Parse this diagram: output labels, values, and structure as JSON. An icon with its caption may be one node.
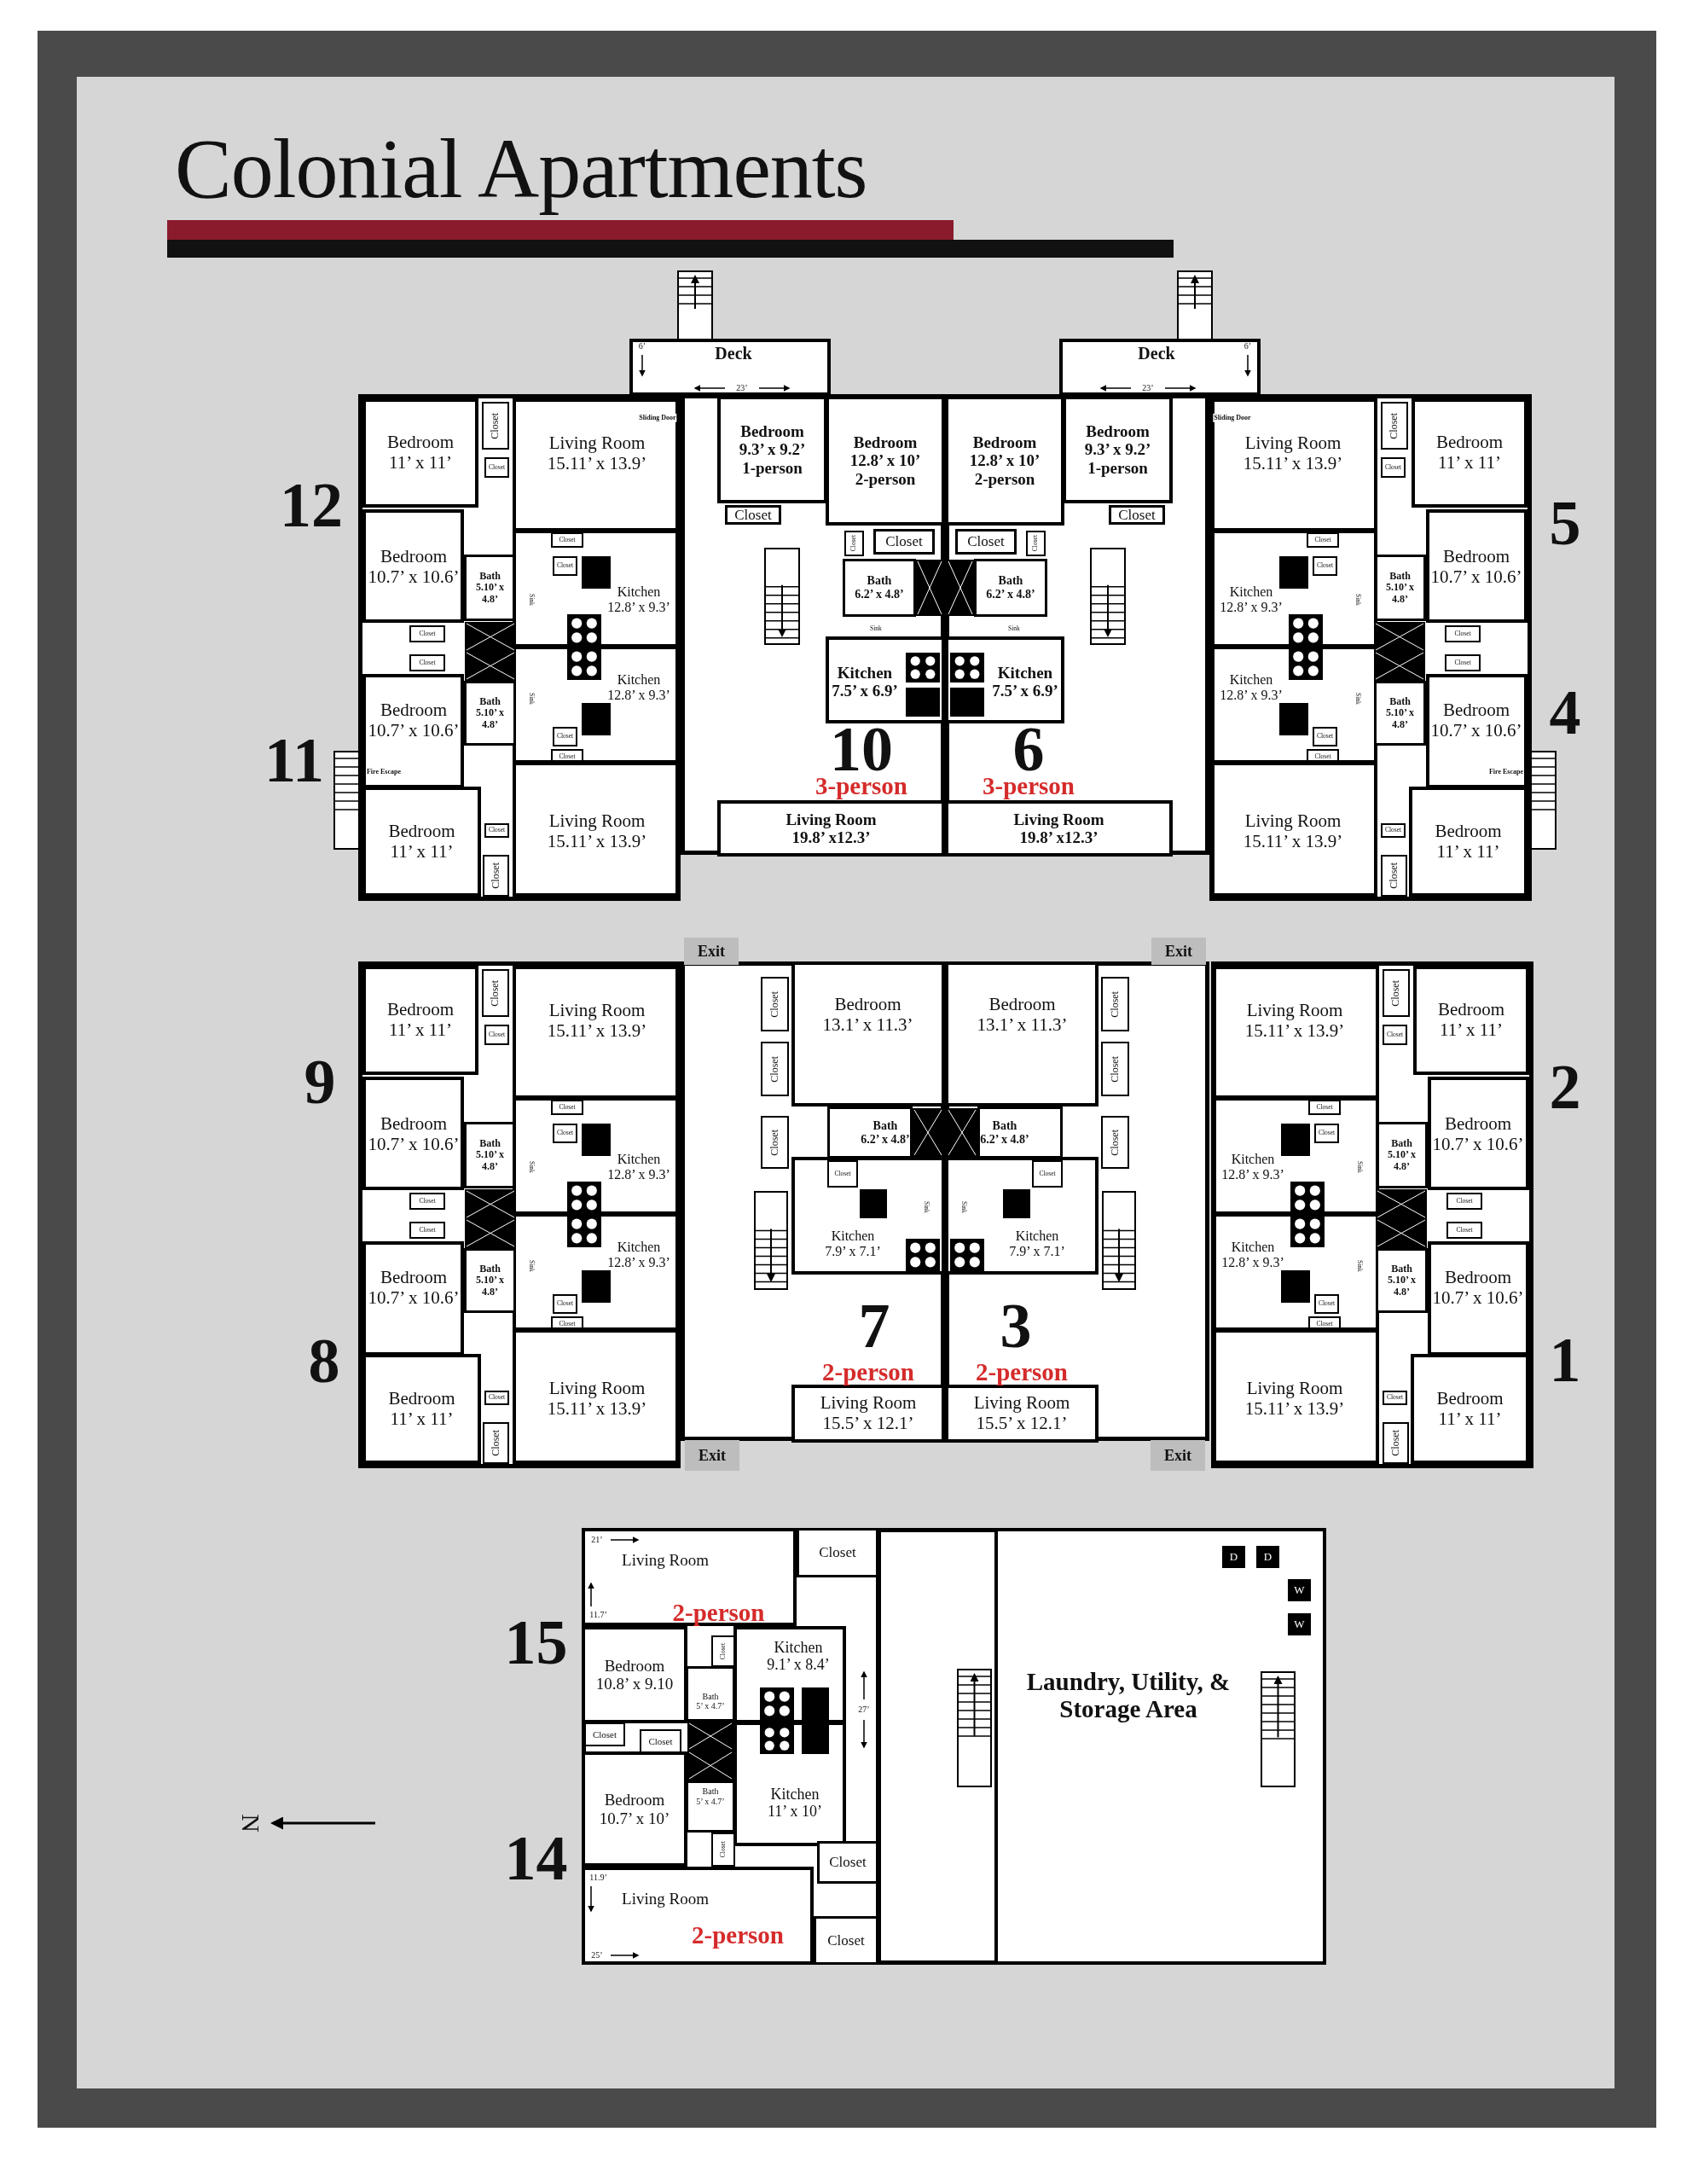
{
  "diagram": {
    "title": "Colonial Apartments",
    "nodes": [
      {
        "text": [
          "Bedroom",
          "11’ x 11’"
        ]
      },
      {
        "text": [
          "Closet"
        ]
      },
      {
        "text": [
          "Closet"
        ]
      },
      {
        "text": [
          "Living Room",
          "15.11’ x 13.9’"
        ]
      },
      {
        "text": [
          "Bedroom",
          "10.7’ x 10.6’"
        ]
      },
      {
        "text": [
          "Bath",
          "5.10’ x 4.8’"
        ]
      },
      {
        "text": [
          "Kitchen",
          "12.8’ x 9.3’"
        ]
      },
      {
        "text": [
          "Closet"
        ],
        "in": 6
      },
      {
        "text": [
          "Closet"
        ],
        "in": 6
      },
      {
        "text": [
          "Closet"
        ]
      },
      {
        "text": [
          "Closet"
        ]
      },
      {
        "text": [
          "Kitchen",
          "12.8’ x 9.3’"
        ]
      },
      {
        "text": [
          "Closet"
        ],
        "in": 11
      },
      {
        "text": [
          "Closet"
        ],
        "in": 11
      },
      {
        "text": [
          "Bath",
          "5.10’ x 4.8’"
        ]
      },
      {
        "text": [
          "Bedroom",
          "10.7’ x 10.6’"
        ]
      },
      {
        "text": [
          "Bedroom",
          "11’ x 11’"
        ]
      },
      {
        "text": [
          "Closet"
        ]
      },
      {
        "text": [
          "Closet"
        ]
      },
      {
        "text": [
          "Living Room",
          "15.11’ x 13.9’"
        ]
      },
      {
        "text": [
          "Deck"
        ]
      },
      {
        "text": [
          "Bedroom",
          "9.3’ x 9.2’",
          "1-person"
        ]
      },
      {
        "text": [
          "Bedroom",
          "12.8’ x 10’",
          "2-person"
        ]
      },
      {
        "text": [
          "Closet"
        ]
      },
      {
        "text": [
          "Closet"
        ]
      },
      {
        "text": [
          "Closet"
        ]
      },
      {
        "text": [
          "Bath",
          "6.2’ x 4.8’"
        ]
      },
      {
        "text": [
          "Kitchen",
          "7.5’ x 6.9’"
        ]
      },
      {
        "text": [
          "Living Room",
          "19.8’ x12.3’"
        ]
      },
      {
        "text": [
          "Deck"
        ]
      },
      {
        "text": [
          "Bedroom",
          "9.3’ x 9.2’",
          "1-person"
        ]
      },
      {
        "text": [
          "Bedroom",
          "12.8’ x 10’",
          "2-person"
        ]
      },
      {
        "text": [
          "Closet"
        ]
      },
      {
        "text": [
          "Closet"
        ]
      },
      {
        "text": [
          "Closet"
        ]
      },
      {
        "text": [
          "Bath",
          "6.2’ x 4.8’"
        ]
      },
      {
        "text": [
          "Kitchen",
          "7.5’ x 6.9’"
        ]
      },
      {
        "text": [
          "Living Room",
          "19.8’ x12.3’"
        ]
      },
      {
        "text": [
          "Bedroom",
          "11’ x 11’"
        ]
      },
      {
        "text": [
          "Closet"
        ]
      },
      {
        "text": [
          "Closet"
        ]
      },
      {
        "text": [
          "Living Room",
          "15.11’ x 13.9’"
        ]
      },
      {
        "text": [
          "Bedroom",
          "10.7’ x 10.6’"
        ]
      },
      {
        "text": [
          "Bath",
          "5.10’ x 4.8’"
        ]
      },
      {
        "text": [
          "Kitchen",
          "12.8’ x 9.3’"
        ]
      },
      {
        "text": [
          "Closet"
        ],
        "in": 44
      },
      {
        "text": [
          "Closet"
        ],
        "in": 44
      },
      {
        "text": [
          "Closet"
        ]
      },
      {
        "text": [
          "Closet"
        ]
      },
      {
        "text": [
          "Kitchen",
          "12.8’ x 9.3’"
        ]
      },
      {
        "text": [
          "Closet"
        ],
        "in": 49
      },
      {
        "text": [
          "Closet"
        ],
        "in": 49
      },
      {
        "text": [
          "Bath",
          "5.10’ x 4.8’"
        ]
      },
      {
        "text": [
          "Bedroom",
          "10.7’ x 10.6’"
        ]
      },
      {
        "text": [
          "Bedroom",
          "11’ x 11’"
        ]
      },
      {
        "text": [
          "Closet"
        ]
      },
      {
        "text": [
          "Closet"
        ]
      },
      {
        "text": [
          "Living Room",
          "15.11’ x 13.9’"
        ]
      },
      {
        "text": [
          "Bedroom",
          "11’ x 11’"
        ]
      },
      {
        "text": [
          "Closet"
        ]
      },
      {
        "text": [
          "Closet"
        ]
      },
      {
        "text": [
          "Living Room",
          "15.11’ x 13.9’"
        ]
      },
      {
        "text": [
          "Bedroom",
          "10.7’ x 10.6’"
        ]
      },
      {
        "text": [
          "Bath",
          "5.10’ x 4.8’"
        ]
      },
      {
        "text": [
          "Kitchen",
          "12.8’ x 9.3’"
        ]
      },
      {
        "text": [
          "Closet"
        ],
        "in": 64
      },
      {
        "text": [
          "Closet"
        ],
        "in": 64
      },
      {
        "text": [
          "Closet"
        ]
      },
      {
        "text": [
          "Closet"
        ]
      },
      {
        "text": [
          "Kitchen",
          "12.8’ x 9.3’"
        ]
      },
      {
        "text": [
          "Closet"
        ],
        "in": 69
      },
      {
        "text": [
          "Closet"
        ],
        "in": 69
      },
      {
        "text": [
          "Bath",
          "5.10’ x 4.8’"
        ]
      },
      {
        "text": [
          "Bedroom",
          "10.7’ x 10.6’"
        ]
      },
      {
        "text": [
          "Bedroom",
          "11’ x 11’"
        ]
      },
      {
        "text": [
          "Closet"
        ]
      },
      {
        "text": [
          "Closet"
        ]
      },
      {
        "text": [
          "Living Room",
          "15.11’ x 13.9’"
        ]
      },
      {
        "text": [
          "Exit"
        ]
      },
      {
        "text": [
          "Closet"
        ]
      },
      {
        "text": [
          "Closet"
        ]
      },
      {
        "text": [
          "Closet"
        ]
      },
      {
        "text": [
          "Bedroom",
          "13.1’ x 11.3’"
        ]
      },
      {
        "text": [
          "Bath",
          "6.2’ x 4.8’"
        ]
      },
      {
        "text": [
          "Kitchen",
          "7.9’ x 7.1’"
        ]
      },
      {
        "text": [
          "Closet"
        ],
        "in": 84
      },
      {
        "text": [
          "Living Room",
          "15.5’ x 12.1’"
        ]
      },
      {
        "text": [
          "Exit"
        ]
      },
      {
        "text": [
          "Exit"
        ]
      },
      {
        "text": [
          "Closet"
        ]
      },
      {
        "text": [
          "Closet"
        ]
      },
      {
        "text": [
          "Closet"
        ]
      },
      {
        "text": [
          "Bedroom",
          "13.1’ x 11.3’"
        ]
      },
      {
        "text": [
          "Bath",
          "6.2’ x 4.8’"
        ]
      },
      {
        "text": [
          "Kitchen",
          "7.9’ x 7.1’"
        ]
      },
      {
        "text": [
          "Closet"
        ],
        "in": 94
      },
      {
        "text": [
          "Living Room",
          "15.5’ x 12.1’"
        ]
      },
      {
        "text": [
          "Exit"
        ]
      },
      {
        "text": [
          "Bedroom",
          "11’ x 11’"
        ]
      },
      {
        "text": [
          "Closet"
        ]
      },
      {
        "text": [
          "Closet"
        ]
      },
      {
        "text": [
          "Living Room",
          "15.11’ x 13.9’"
        ]
      },
      {
        "text": [
          "Bedroom",
          "10.7’ x 10.6’"
        ]
      },
      {
        "text": [
          "Bath",
          "5.10’ x 4.8’"
        ]
      },
      {
        "text": [
          "Kitchen",
          "12.8’ x 9.3’"
        ]
      },
      {
        "text": [
          "Closet"
        ],
        "in": 104
      },
      {
        "text": [
          "Closet"
        ],
        "in": 104
      },
      {
        "text": [
          "Closet"
        ]
      },
      {
        "text": [
          "Closet"
        ]
      },
      {
        "text": [
          "Kitchen",
          "12.8’ x 9.3’"
        ]
      },
      {
        "text": [
          "Closet"
        ],
        "in": 109
      },
      {
        "text": [
          "Closet"
        ],
        "in": 109
      },
      {
        "text": [
          "Bath",
          "5.10’ x 4.8’"
        ]
      },
      {
        "text": [
          "Bedroom",
          "10.7’ x 10.6’"
        ]
      },
      {
        "text": [
          "Bedroom",
          "11’ x 11’"
        ]
      },
      {
        "text": [
          "Closet"
        ]
      },
      {
        "text": [
          "Closet"
        ]
      },
      {
        "text": [
          "Living Room",
          "15.11’ x 13.9’"
        ]
      },
      {
        "text": [
          "Living Room"
        ]
      },
      {
        "text": [
          "Closet"
        ]
      },
      {
        "text": [
          "Bedroom",
          "10.8’ x 9.10"
        ]
      },
      {
        "text": [
          "Kitchen",
          "9.1’ x 8.4’"
        ]
      },
      {
        "text": [
          "Closet"
        ]
      },
      {
        "text": [
          "Bath",
          "5’ x 4.7’"
        ]
      },
      {
        "text": [
          "Closet"
        ]
      },
      {
        "text": [
          "Closet"
        ]
      },
      {
        "text": [
          "Bedroom",
          "10.7’ x 10’"
        ]
      },
      {
        "text": [
          "Bath",
          "5’ x 4.7’"
        ]
      },
      {
        "text": [
          "Kitchen",
          "11’ x 10’"
        ]
      },
      {
        "text": [
          "Closet"
        ]
      },
      {
        "text": [
          "Closet"
        ]
      },
      {
        "text": [
          "Living Room"
        ]
      },
      {
        "text": [
          "Closet"
        ]
      },
      {
        "text": [
          "Laundry, Utility, & Storage Area"
        ]
      },
      {
        "text": [
          "D"
        ],
        "in": 133
      },
      {
        "text": [
          "D"
        ],
        "in": 133
      },
      {
        "text": [
          "W"
        ],
        "in": 133
      },
      {
        "text": [
          "W"
        ],
        "in": 133
      },
      {
        "text": [],
        "shape": "bar"
      }
    ],
    "labels": [
      "12",
      "Sink",
      "Sink",
      "11",
      "Fire Escape",
      "6’",
      "23’",
      "Sliding Door",
      "Sink",
      "10",
      "3-person",
      "6’",
      "23’",
      "Sliding Door",
      "Sink",
      "6",
      "3-person",
      "5",
      "Sink",
      "Sink",
      "4",
      "Fire Escape",
      "9",
      "Sink",
      "Sink",
      "8",
      "Sink",
      "7",
      "2-person",
      "Sink",
      "3",
      "2-person",
      "2",
      "Sink",
      "Sink",
      "1",
      "21’",
      "11.7’",
      "2-person",
      "15",
      "27’",
      "14",
      "11.9’",
      "2-person",
      "25’",
      "N"
    ]
  }
}
